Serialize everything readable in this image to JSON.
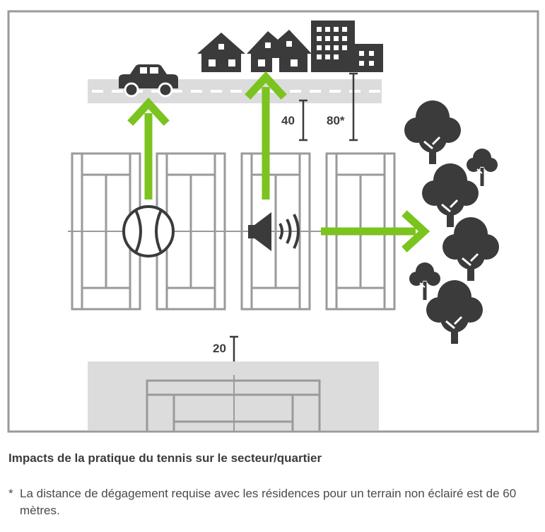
{
  "diagram": {
    "dimension_labels": {
      "road_to_courts": "40",
      "buildings_to_courts": "80*",
      "courts_to_court_below": "20"
    },
    "colors": {
      "arrow": "#7bc31e",
      "icon": "#3b3b3b",
      "court_line": "#9a9a9a",
      "road": "#dcdcdc",
      "frame": "#9a9a9a"
    },
    "icons": [
      "car-icon",
      "house-icon",
      "house-icon",
      "apartment-building-icon",
      "tennis-ball-icon",
      "loudspeaker-icon",
      "tree-icon"
    ]
  },
  "caption": "Impacts de la pratique du tennis sur le secteur/quartier",
  "footnote": {
    "marker": "*",
    "text": "La distance de dégagement requise avec les résidences pour un terrain non éclairé est de 60 mètres."
  }
}
